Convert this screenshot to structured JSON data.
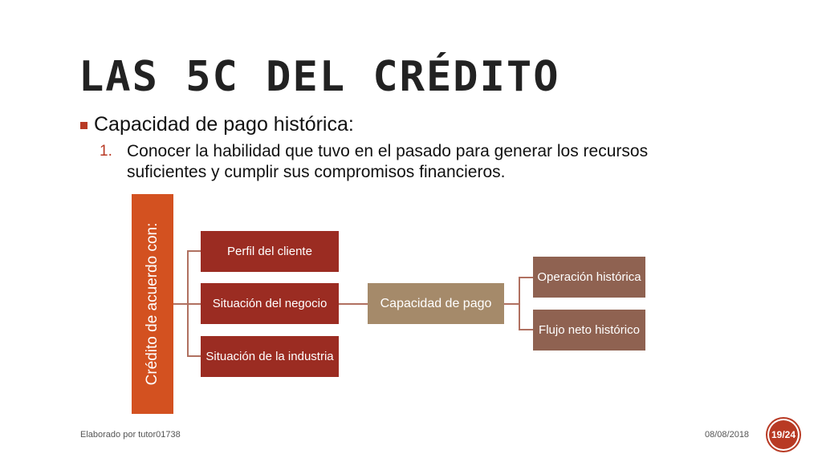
{
  "slide": {
    "title": "LAS 5C DEL CRÉDITO",
    "bullet": "Capacidad de pago histórica:",
    "numbered_item": {
      "number": "1.",
      "text": "Conocer la habilidad que tuvo en el pasado para generar los recursos suficientes y cumplir sus compromisos financieros."
    }
  },
  "diagram": {
    "side_label": "Crédito de acuerdo con:",
    "level1": [
      "Perfil del cliente",
      "Situación del negocio",
      "Situación de la industria"
    ],
    "center": "Capacidad de pago",
    "level3": [
      "Operación histórica",
      "Flujo neto histórico"
    ]
  },
  "footer": {
    "author": "Elaborado por tutor01738",
    "date": "08/08/2018",
    "page": "19/24"
  },
  "colors": {
    "accent": "#b83a24",
    "side_box": "#d35120",
    "level1_box": "#9b2c22",
    "center_box": "#a58a6a",
    "level3_box": "#8f6251"
  }
}
